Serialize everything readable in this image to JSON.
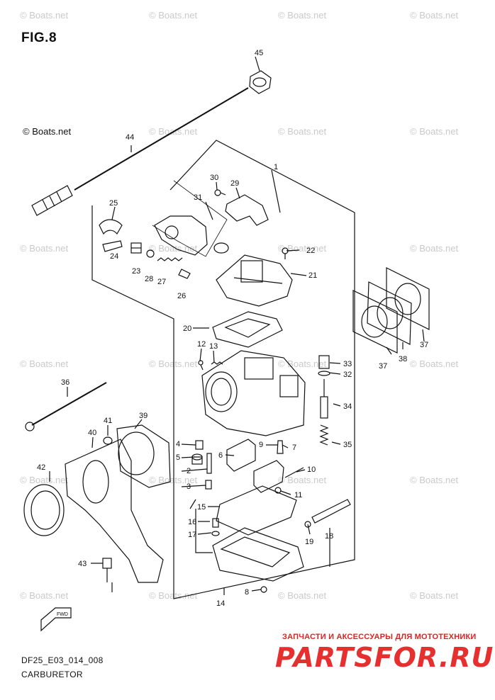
{
  "figure": {
    "title": "FIG.8"
  },
  "copyright": "© Boats.net",
  "watermark": "© Boats.net",
  "footer": {
    "code": "DF25_E03_014_008",
    "name": "CARBURETOR"
  },
  "brand": {
    "tagline": "ЗАПЧАСТИ И АКСЕССУАРЫ ДЛЯ МОТОТЕХНИКИ",
    "logo": "PARTSFOR.RU"
  },
  "direction_marker": "FWD",
  "parts": [
    "1",
    "2",
    "3",
    "4",
    "5",
    "6",
    "7",
    "8",
    "9",
    "10",
    "11",
    "12",
    "13",
    "14",
    "15",
    "16",
    "17",
    "18",
    "19",
    "20",
    "21",
    "22",
    "23",
    "24",
    "25",
    "26",
    "27",
    "28",
    "29",
    "30",
    "31",
    "32",
    "33",
    "34",
    "35",
    "36",
    "37",
    "37",
    "38",
    "39",
    "40",
    "41",
    "42",
    "43",
    "44",
    "45"
  ],
  "colors": {
    "line": "#111111",
    "watermark": "#c9c9c9",
    "brand": "#e63030"
  }
}
